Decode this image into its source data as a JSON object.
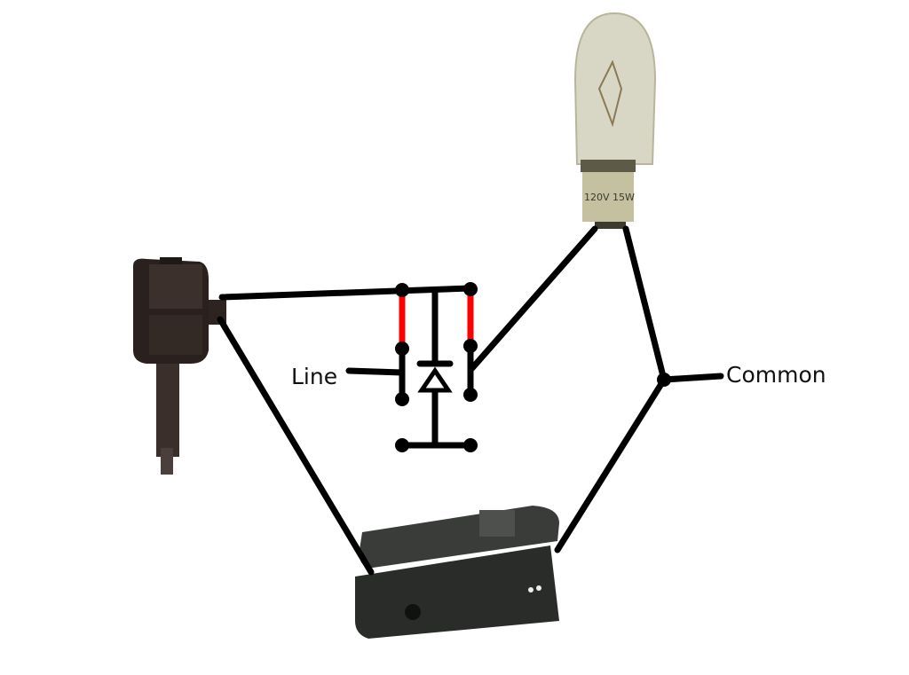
{
  "labels": {
    "line": "Line",
    "common": "Common"
  },
  "bulb": {
    "rating": "120V 15W"
  },
  "colors": {
    "wire": "#000000",
    "jumper": "#ff0000"
  }
}
